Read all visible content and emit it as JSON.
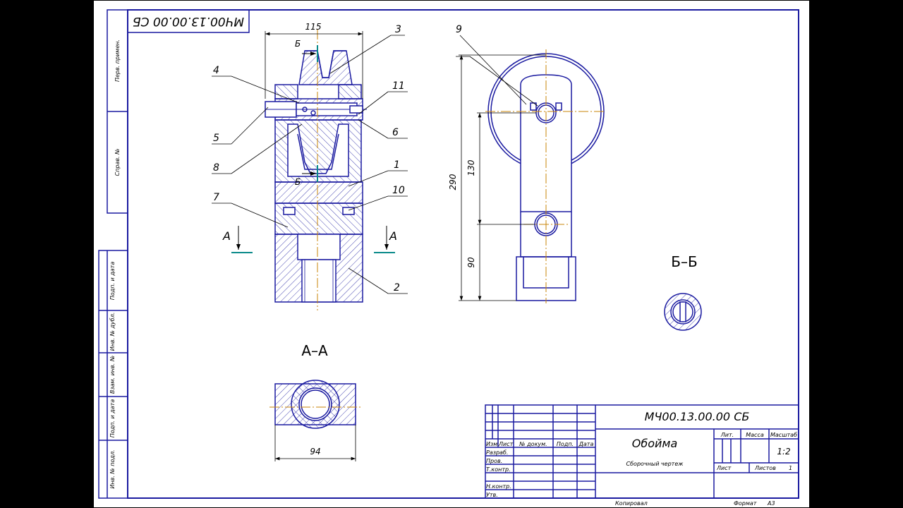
{
  "sheet": {
    "frame_color": "#1a1aa0",
    "axis_color": "#c8860a",
    "marker_color": "#0a8a8a"
  },
  "stamp_top": "МЧ00.13.00.00 СБ",
  "side_column": {
    "perv_primen": "Перв. примен.",
    "sprav_no": "Справ. №",
    "podp_data_1": "Подп. и дата",
    "inv_dubl": "Инв. № дубл.",
    "vzam_inv": "Взам. инв. №",
    "podp_data_2": "Подп. и дата",
    "inv_podl": "Инв. № подл."
  },
  "main_view": {
    "dim_width": "115",
    "section_mark": "Б",
    "section_A_left": "А",
    "section_A_right": "А",
    "callouts": [
      "1",
      "2",
      "3",
      "4",
      "5",
      "6",
      "7",
      "8",
      "10",
      "11"
    ]
  },
  "side_view": {
    "callout_9": "9",
    "dim_total": "290",
    "dim_upper": "130",
    "dim_lower": "90"
  },
  "section_AA": {
    "title": "А–А",
    "dim_width": "94"
  },
  "section_BB": {
    "title": "Б–Б"
  },
  "title_block": {
    "designation": "МЧ00.13.00.00 СБ",
    "name": "Обойма",
    "doc_type": "Сборочный чертеж",
    "col_izm": "Изм.",
    "col_list": "Лист",
    "col_doc": "№ докум.",
    "col_podp": "Подп.",
    "col_data": "Дата",
    "row_razrab": "Разраб.",
    "row_prov": "Пров.",
    "row_tkontr": "Т.контр.",
    "row_nkontr": "Н.контр.",
    "row_utv": "Утв.",
    "lit_label": "Лит.",
    "mass_label": "Масса",
    "scale_label": "Масштаб",
    "scale_value": "1:2",
    "sheet_label": "Лист",
    "sheets_label": "Листов",
    "sheets_value": "1"
  },
  "footer": {
    "copied": "Копировал",
    "format_label": "Формат",
    "format_value": "А3"
  }
}
